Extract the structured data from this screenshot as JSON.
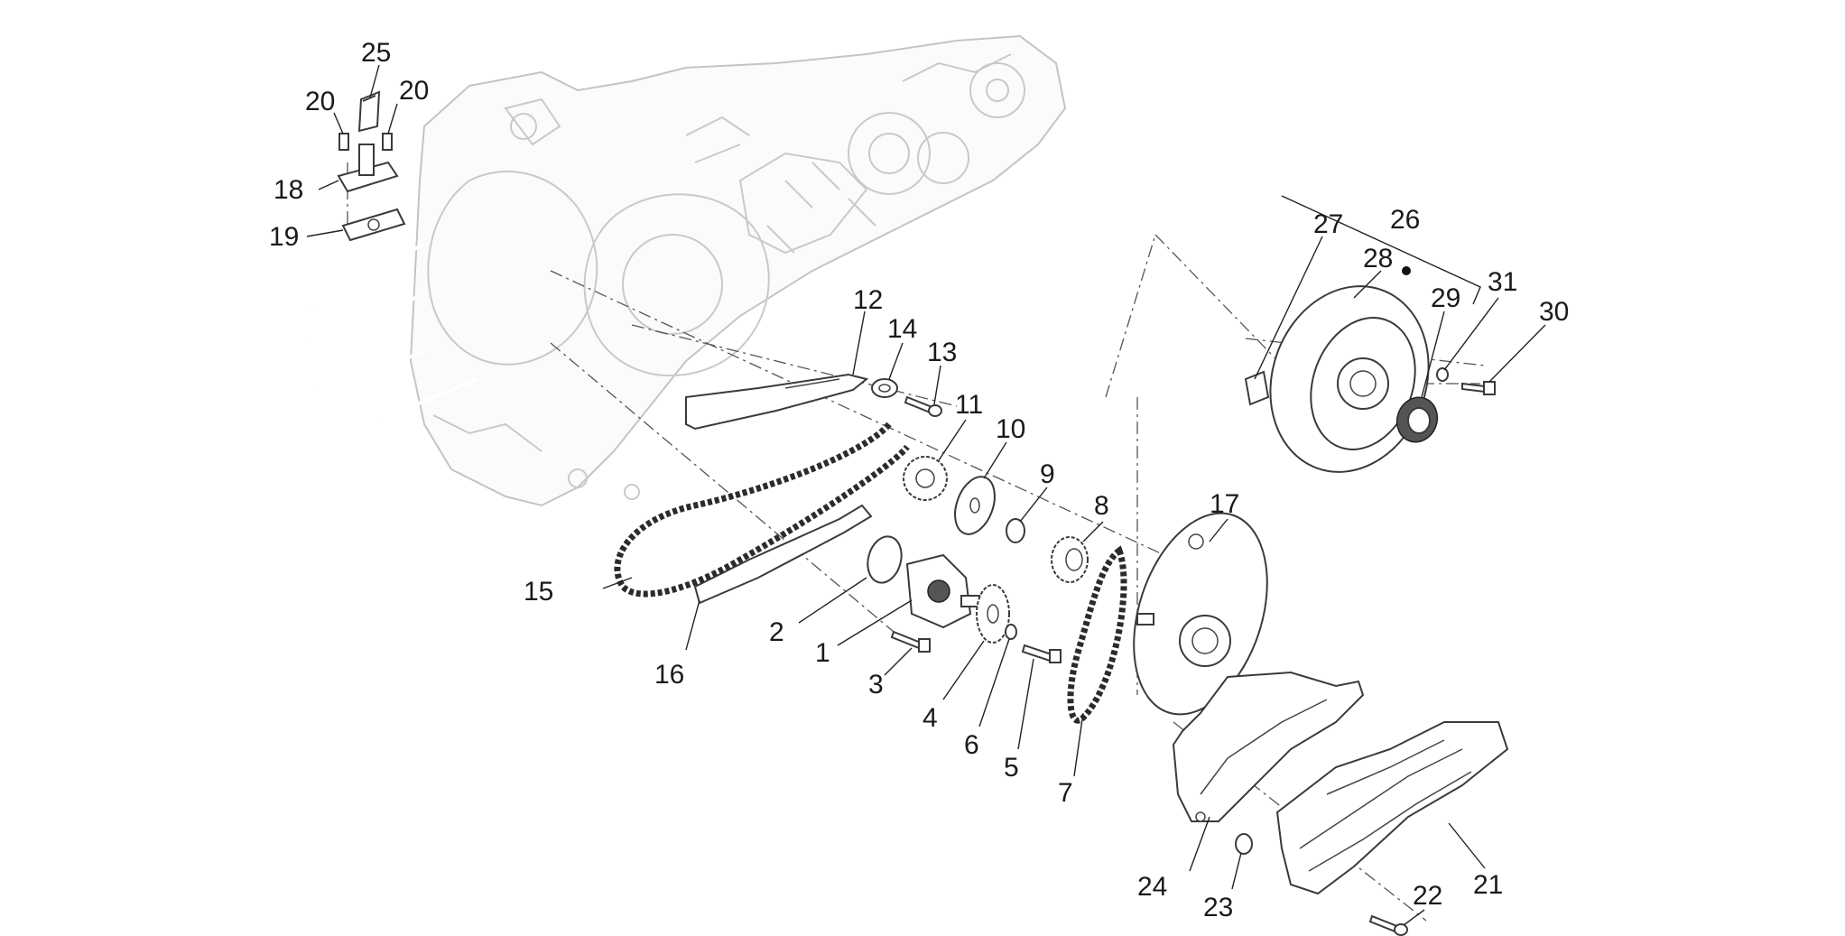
{
  "diagram": {
    "callouts": [
      {
        "id": "1",
        "text": "1"
      },
      {
        "id": "2",
        "text": "2"
      },
      {
        "id": "3",
        "text": "3"
      },
      {
        "id": "4",
        "text": "4"
      },
      {
        "id": "5",
        "text": "5"
      },
      {
        "id": "6",
        "text": "6"
      },
      {
        "id": "7",
        "text": "7"
      },
      {
        "id": "8",
        "text": "8"
      },
      {
        "id": "9",
        "text": "9"
      },
      {
        "id": "10",
        "text": "10"
      },
      {
        "id": "11",
        "text": "11"
      },
      {
        "id": "12",
        "text": "12"
      },
      {
        "id": "13",
        "text": "13"
      },
      {
        "id": "14",
        "text": "14"
      },
      {
        "id": "15",
        "text": "15"
      },
      {
        "id": "16",
        "text": "16"
      },
      {
        "id": "17",
        "text": "17"
      },
      {
        "id": "18",
        "text": "18"
      },
      {
        "id": "19",
        "text": "19"
      },
      {
        "id": "20a",
        "text": "20"
      },
      {
        "id": "20b",
        "text": "20"
      },
      {
        "id": "21",
        "text": "21"
      },
      {
        "id": "22",
        "text": "22"
      },
      {
        "id": "23",
        "text": "23"
      },
      {
        "id": "24",
        "text": "24"
      },
      {
        "id": "25",
        "text": "25"
      },
      {
        "id": "26",
        "text": "26"
      },
      {
        "id": "27",
        "text": "27"
      },
      {
        "id": "28",
        "text": "28"
      },
      {
        "id": "29",
        "text": "29"
      },
      {
        "id": "30",
        "text": "30"
      },
      {
        "id": "31",
        "text": "31"
      }
    ]
  }
}
